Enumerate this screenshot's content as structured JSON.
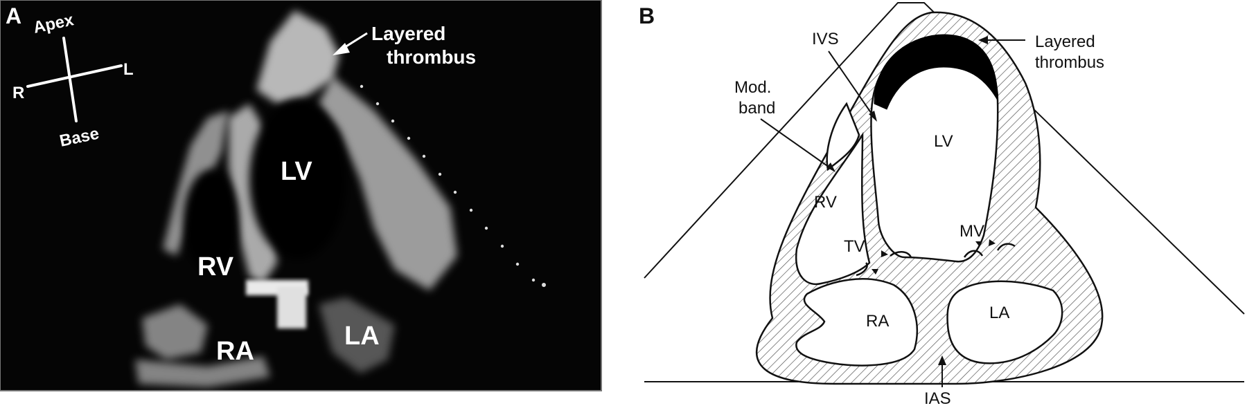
{
  "panel_a": {
    "letter": "A",
    "orientation": {
      "apex": "Apex",
      "base": "Base",
      "right": "R",
      "left": "L"
    },
    "labels": {
      "thrombus_line1": "Layered",
      "thrombus_line2": "thrombus",
      "lv": "LV",
      "rv": "RV",
      "ra": "RA",
      "la": "LA"
    }
  },
  "panel_b": {
    "letter": "B",
    "labels": {
      "ivs": "IVS",
      "mod_band_line1": "Mod.",
      "mod_band_line2": "band",
      "thrombus_line1": "Layered",
      "thrombus_line2": "thrombus",
      "lv": "LV",
      "rv": "RV",
      "tv": "TV",
      "mv": "MV",
      "ra": "RA",
      "la": "LA",
      "ias": "IAS"
    }
  },
  "colors": {
    "echo_background": "#050505",
    "echo_tissue": "#e6e6e6",
    "thrombus_fill": "#000000",
    "hatch_line": "#555555"
  }
}
